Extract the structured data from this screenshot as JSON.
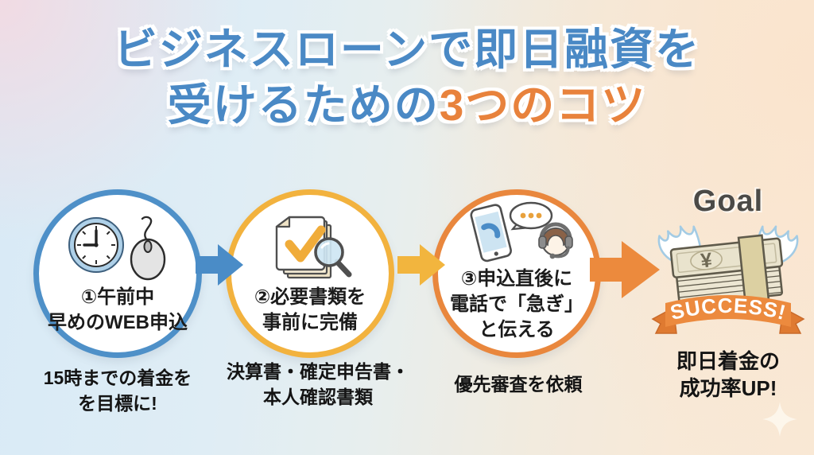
{
  "title": {
    "line1": "ビジネスローンで即日融資を",
    "line2_blue": "受けるための",
    "line2_orange": "3つのコツ"
  },
  "steps": [
    {
      "label_lines": [
        "①午前中",
        "早めのWEB申込"
      ],
      "caption_lines": [
        "15時までの着金を",
        "を目標に!"
      ],
      "accent_color": "#4e90c8",
      "icons": [
        "clock-icon",
        "computer-mouse-icon"
      ]
    },
    {
      "label_lines": [
        "②必要書類を",
        "事前に完備"
      ],
      "caption_lines": [
        "決算書・確定申告書・",
        "本人確認書類"
      ],
      "accent_color": "#f2b23e",
      "icons": [
        "documents-icon",
        "checkmark-icon",
        "magnifier-icon"
      ]
    },
    {
      "label_lines": [
        "③申込直後に",
        "電話で「急ぎ」",
        "と伝える"
      ],
      "caption_lines": [
        "優先審査を依頼"
      ],
      "accent_color": "#e9873d",
      "icons": [
        "smartphone-icon",
        "speech-bubble-icon",
        "headset-operator-icon"
      ]
    }
  ],
  "goal": {
    "heading": "Goal",
    "currency_symbol": "¥",
    "ribbon_label": "SUCCESS!",
    "caption_lines": [
      "即日着金の",
      "成功率UP!"
    ],
    "icons": [
      "winged-money-icon",
      "ribbon-banner-icon",
      "sparkle-icon"
    ]
  },
  "colors": {
    "title_blue": "#4a89c5",
    "title_orange": "#e8823c",
    "step1_blue": "#4e90c8",
    "step2_yellow": "#f2b23e",
    "step3_orange": "#e9873d",
    "arrow_blue": "#4a8cc7",
    "arrow_yellow": "#f2b53e",
    "arrow_orange": "#ec8a3d",
    "text_dark": "#1b1b1b",
    "goal_heading_gray": "#4b4a47"
  }
}
